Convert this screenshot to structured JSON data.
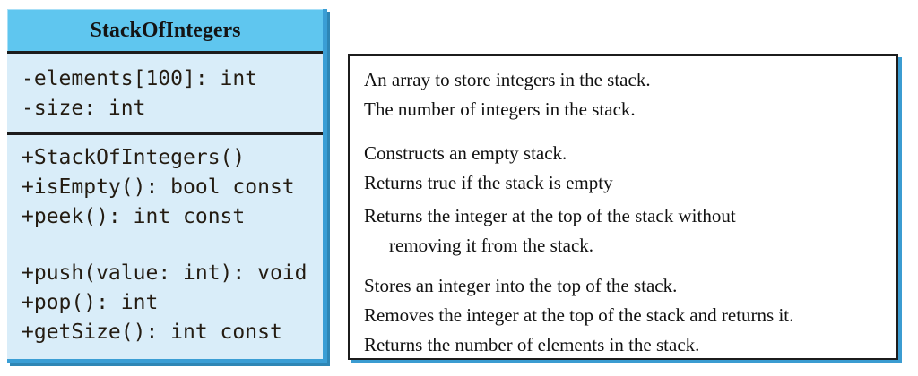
{
  "uml_class": {
    "title": "StackOfIntegers",
    "attributes": [
      "-elements[100]: int",
      "-size: int"
    ],
    "methods_group1": [
      "+StackOfIntegers()",
      "+isEmpty(): bool const",
      "+peek(): int const"
    ],
    "methods_group2": [
      "+push(value: int): void",
      "+pop(): int",
      "+getSize(): int const"
    ]
  },
  "descriptions": {
    "elements_attr": "An array to store integers in the stack.",
    "size_attr": "The number of integers in the stack.",
    "constructor": "Constructs an empty stack.",
    "is_empty": "Returns true if the stack is empty",
    "peek_line1": "Returns the integer at the top of the stack without",
    "peek_line2": "removing it from the stack.",
    "push": "Stores an integer into the top of the stack.",
    "pop": "Removes the integer at the top of the stack and returns it.",
    "get_size": "Returns the number of elements in the stack."
  },
  "colors": {
    "class_header_bg": "#5fc6ef",
    "class_body_bg": "#d9edf9",
    "edge_blue": "#3a9ed5",
    "shadow_blue": "#2e86b5",
    "desc_shadow_blue": "#3b9cd1",
    "border_dark": "#1c1c1c",
    "text": "#111111"
  }
}
